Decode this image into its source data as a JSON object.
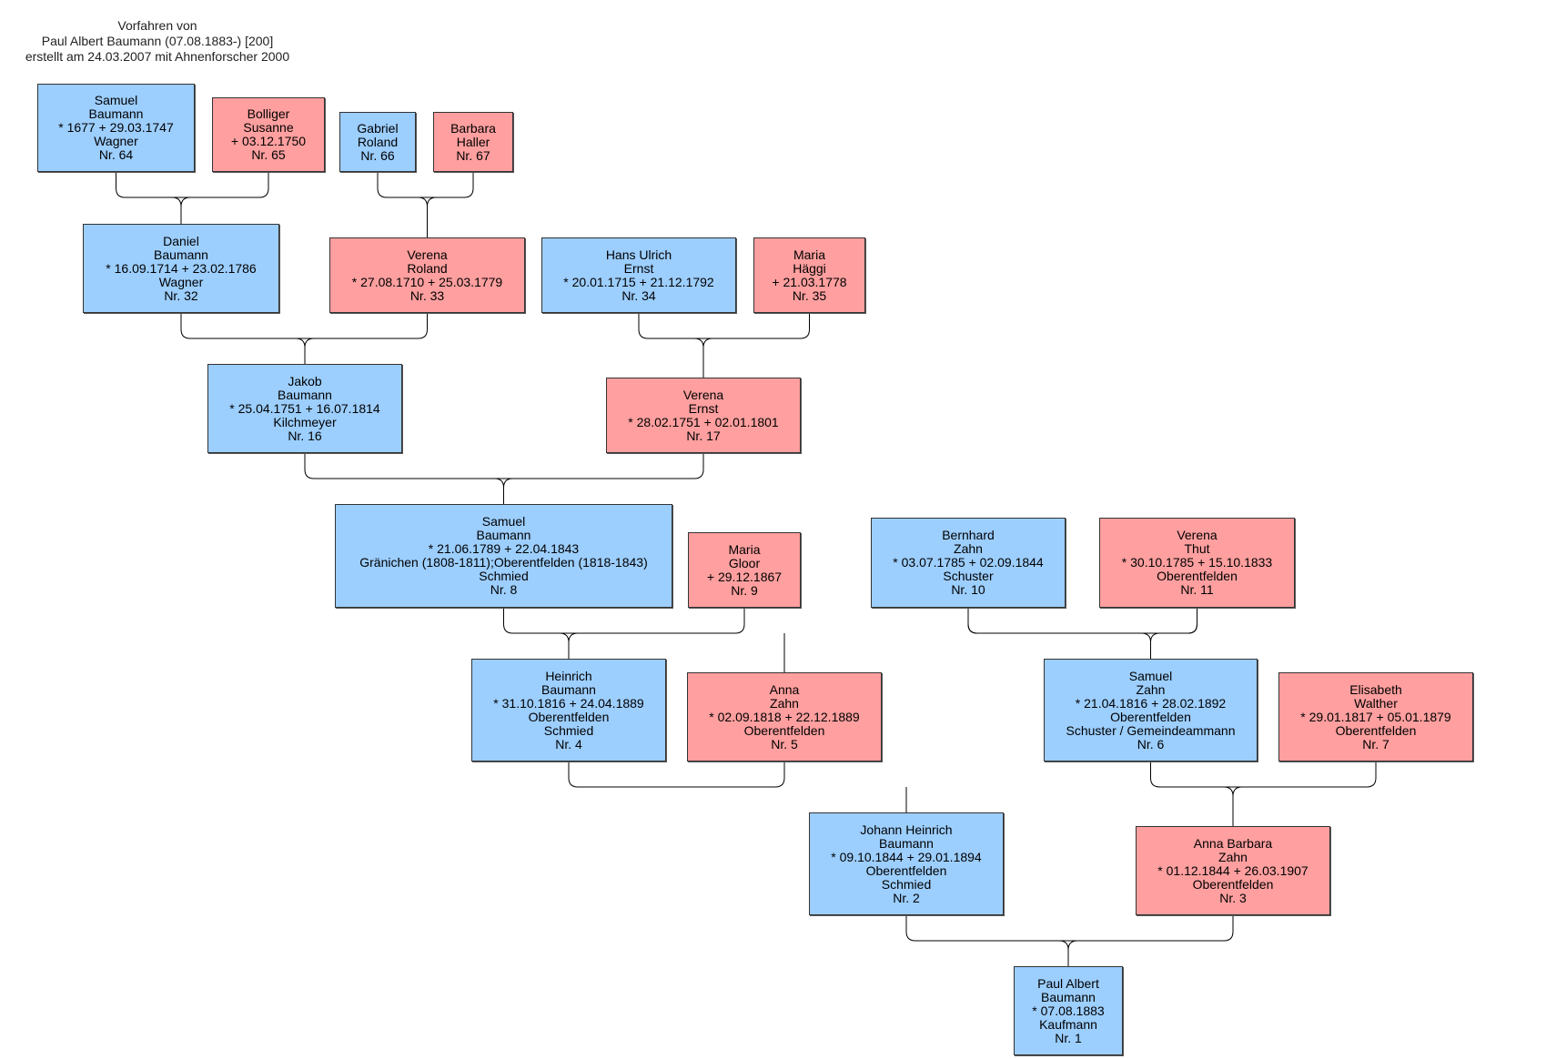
{
  "header": [
    "Vorfahren von",
    "Paul Albert Baumann (07.08.1883-) [200]",
    "erstellt am 24.03.2007 mit Ahnenforscher 2000"
  ],
  "colors": {
    "male": "#9ccefe",
    "female": "#ff9f9f",
    "connector": "#000000"
  },
  "persons": [
    {
      "nr": 64,
      "sex": "m",
      "lines": [
        "Samuel",
        "Baumann",
        "* 1677  + 29.03.1747",
        "Wagner",
        "Nr. 64"
      ]
    },
    {
      "nr": 65,
      "sex": "f",
      "lines": [
        "Bolliger",
        "Susanne",
        "+ 03.12.1750",
        "Nr. 65"
      ]
    },
    {
      "nr": 66,
      "sex": "m",
      "lines": [
        "Gabriel",
        "Roland",
        "Nr. 66"
      ]
    },
    {
      "nr": 67,
      "sex": "f",
      "lines": [
        "Barbara",
        "Haller",
        "Nr. 67"
      ]
    },
    {
      "nr": 32,
      "sex": "m",
      "lines": [
        "Daniel",
        "Baumann",
        "* 16.09.1714  + 23.02.1786",
        "Wagner",
        "Nr. 32"
      ]
    },
    {
      "nr": 33,
      "sex": "f",
      "lines": [
        "Verena",
        "Roland",
        "* 27.08.1710  + 25.03.1779",
        "Nr. 33"
      ]
    },
    {
      "nr": 34,
      "sex": "m",
      "lines": [
        "Hans Ulrich",
        "Ernst",
        "* 20.01.1715  + 21.12.1792",
        "Nr. 34"
      ]
    },
    {
      "nr": 35,
      "sex": "f",
      "lines": [
        "Maria",
        "Häggi",
        "+ 21.03.1778",
        "Nr. 35"
      ]
    },
    {
      "nr": 16,
      "sex": "m",
      "lines": [
        "Jakob",
        "Baumann",
        "* 25.04.1751  + 16.07.1814",
        "Kilchmeyer",
        "Nr. 16"
      ]
    },
    {
      "nr": 17,
      "sex": "f",
      "lines": [
        "Verena",
        "Ernst",
        "* 28.02.1751  + 02.01.1801",
        "Nr. 17"
      ]
    },
    {
      "nr": 8,
      "sex": "m",
      "lines": [
        "Samuel",
        "Baumann",
        "* 21.06.1789  + 22.04.1843",
        "Gränichen (1808-1811);Oberentfelden (1818-1843)",
        "Schmied",
        "Nr. 8"
      ]
    },
    {
      "nr": 9,
      "sex": "f",
      "lines": [
        "Maria",
        "Gloor",
        "+ 29.12.1867",
        "Nr. 9"
      ]
    },
    {
      "nr": 10,
      "sex": "m",
      "lines": [
        "Bernhard",
        "Zahn",
        "* 03.07.1785  + 02.09.1844",
        "Schuster",
        "Nr. 10"
      ]
    },
    {
      "nr": 11,
      "sex": "f",
      "lines": [
        "Verena",
        "Thut",
        "* 30.10.1785  + 15.10.1833",
        "Oberentfelden",
        "Nr. 11"
      ]
    },
    {
      "nr": 4,
      "sex": "m",
      "lines": [
        "Heinrich",
        "Baumann",
        "* 31.10.1816  + 24.04.1889",
        "Oberentfelden",
        "Schmied",
        "Nr. 4"
      ]
    },
    {
      "nr": 5,
      "sex": "f",
      "lines": [
        "Anna",
        "Zahn",
        "* 02.09.1818  + 22.12.1889",
        "Oberentfelden",
        "Nr. 5"
      ]
    },
    {
      "nr": 6,
      "sex": "m",
      "lines": [
        "Samuel",
        "Zahn",
        "* 21.04.1816  + 28.02.1892",
        "Oberentfelden",
        "Schuster / Gemeindeammann",
        "Nr. 6"
      ]
    },
    {
      "nr": 7,
      "sex": "f",
      "lines": [
        "Elisabeth",
        "Walther",
        "* 29.01.1817  + 05.01.1879",
        "Oberentfelden",
        "Nr. 7"
      ]
    },
    {
      "nr": 2,
      "sex": "m",
      "lines": [
        "Johann Heinrich",
        "Baumann",
        "* 09.10.1844  + 29.01.1894",
        "Oberentfelden",
        "Schmied",
        "Nr. 2"
      ]
    },
    {
      "nr": 3,
      "sex": "f",
      "lines": [
        "Anna Barbara",
        "Zahn",
        "* 01.12.1844  + 26.03.1907",
        "Oberentfelden",
        "Nr. 3"
      ]
    },
    {
      "nr": 1,
      "sex": "m",
      "lines": [
        "Paul Albert",
        "Baumann",
        "* 07.08.1883",
        "Kaufmann",
        "Nr. 1"
      ]
    }
  ],
  "parent_links": [
    {
      "child": 32,
      "father": 64,
      "mother": 65
    },
    {
      "child": 33,
      "father": 66,
      "mother": 67
    },
    {
      "child": 16,
      "father": 32,
      "mother": 33
    },
    {
      "child": 17,
      "father": 34,
      "mother": 35
    },
    {
      "child": 8,
      "father": 16,
      "mother": 17
    },
    {
      "child": 4,
      "father": 8,
      "mother": 9
    },
    {
      "child": 5,
      "father": 10,
      "mother": 11
    },
    {
      "child": 6,
      "father": 10,
      "mother": 11
    },
    {
      "child": 2,
      "father": 4,
      "mother": 5
    },
    {
      "child": 3,
      "father": 6,
      "mother": 7
    },
    {
      "child": 1,
      "father": 2,
      "mother": 3
    }
  ]
}
